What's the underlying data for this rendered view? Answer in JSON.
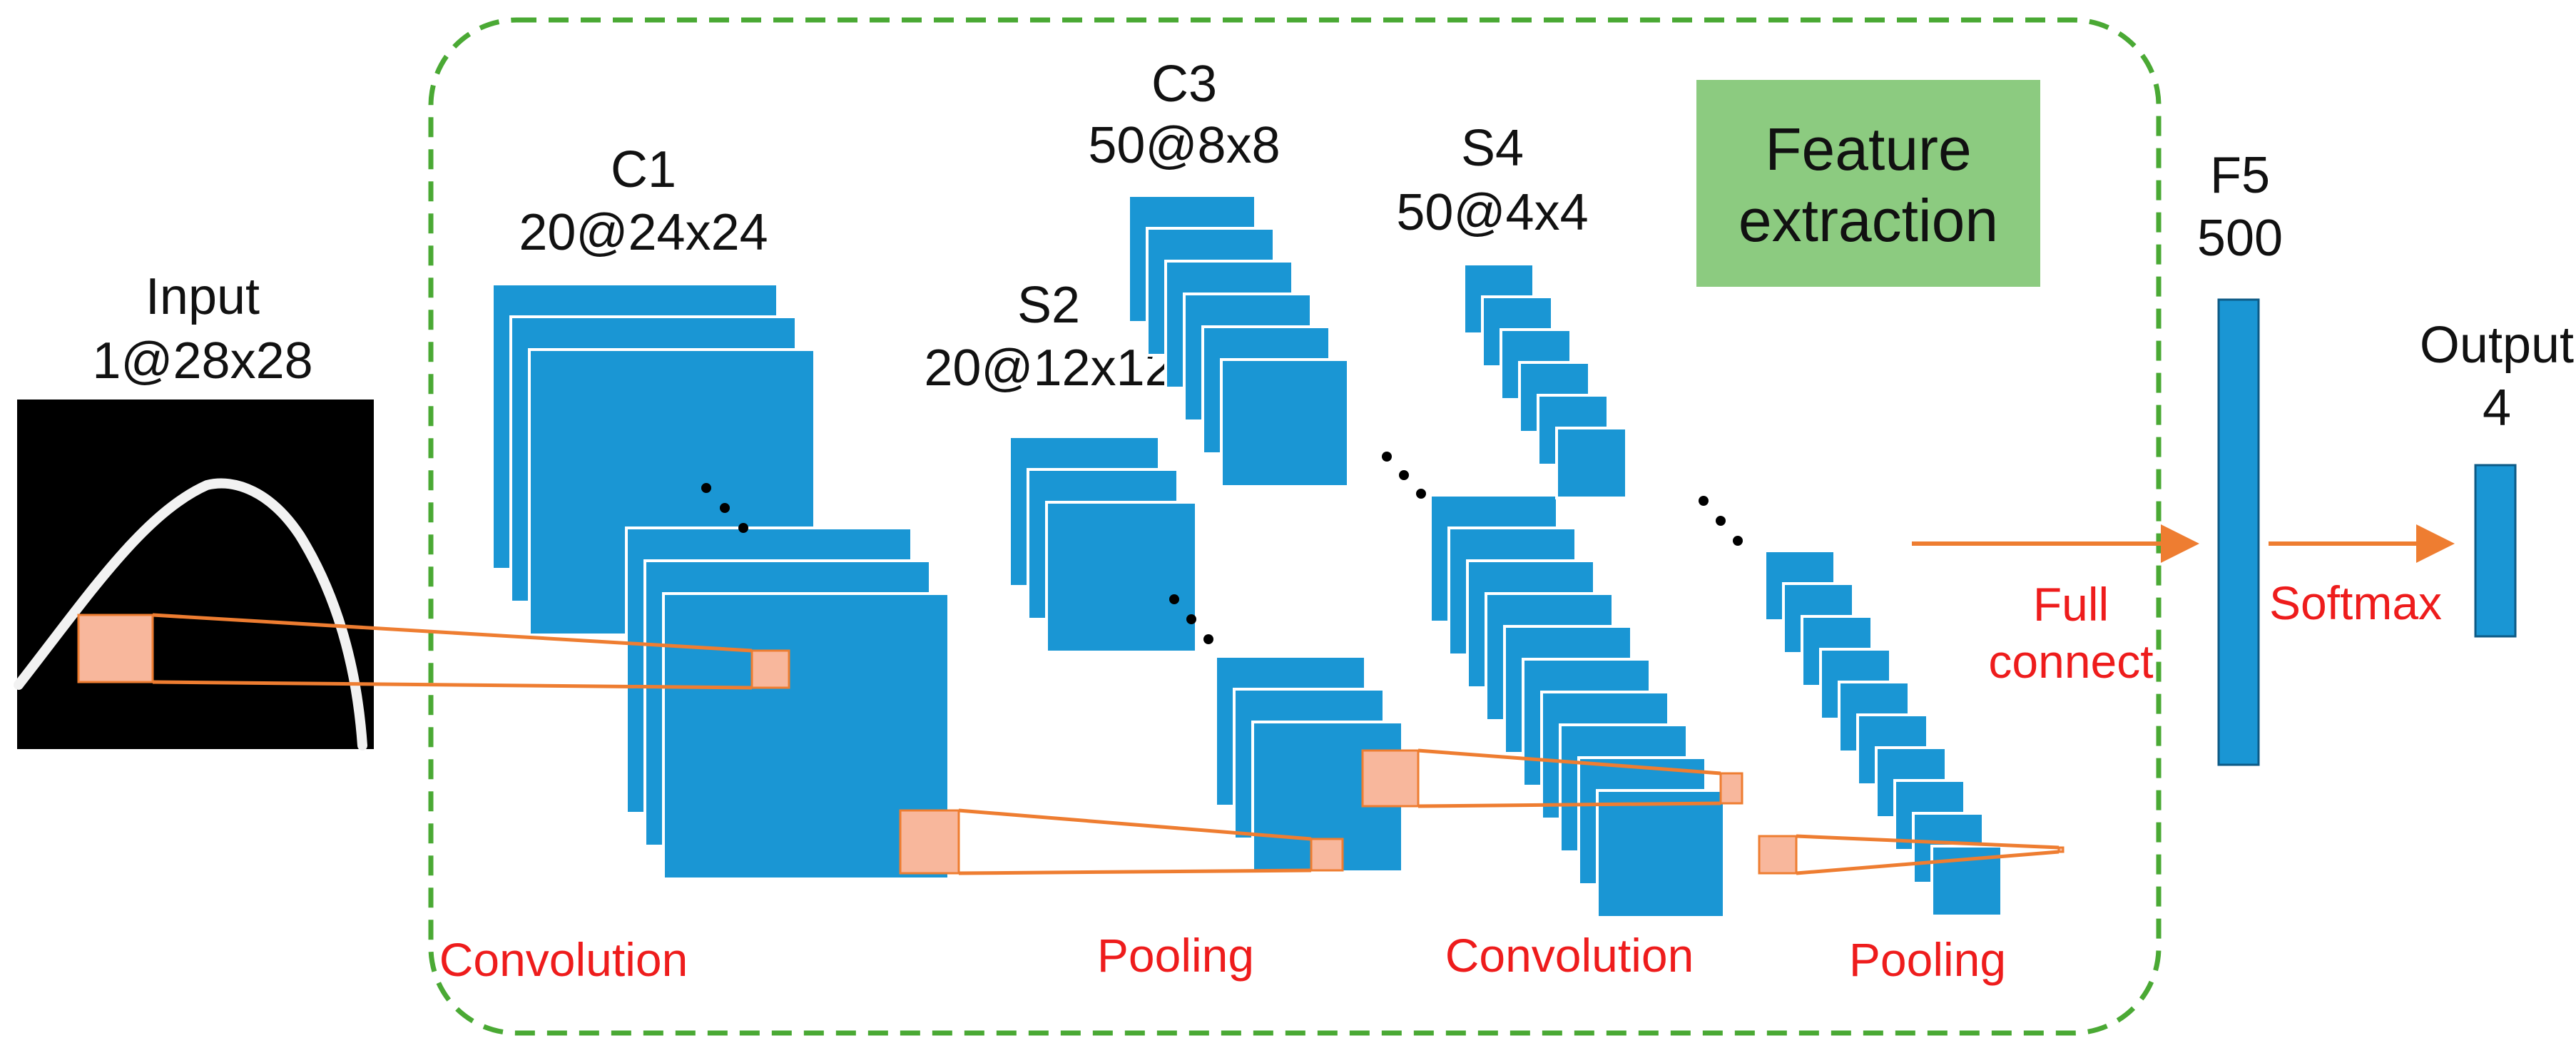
{
  "colors": {
    "map_fill": "#1a96d4",
    "map_edge": "#ffffff",
    "frame_dash": "#4aa934",
    "box_fill": "#8ccb80",
    "arrow": "#ee7d31",
    "patch_fill": "#f8b79c",
    "op_text": "#ee1c1c",
    "input_bg": "#000000",
    "input_stroke": "#f2f2f2"
  },
  "diagram": {
    "input": {
      "name": "Input",
      "shape": "1@28x28"
    },
    "c1": {
      "name": "C1",
      "shape": "20@24x24"
    },
    "s2": {
      "name": "S2",
      "shape": "20@12x12"
    },
    "c3": {
      "name": "C3",
      "shape": "50@8x8"
    },
    "s4": {
      "name": "S4",
      "shape": "50@4x4"
    },
    "f5": {
      "name": "F5",
      "size": "500"
    },
    "output": {
      "name": "Output",
      "size": "4"
    },
    "feature_box": {
      "line1": "Feature",
      "line2": "extraction"
    },
    "operations": {
      "conv1": "Convolution",
      "pool1": "Pooling",
      "conv2": "Convolution",
      "pool2": "Pooling",
      "full1": "Full",
      "full2": "connect",
      "softmax": "Softmax"
    }
  }
}
